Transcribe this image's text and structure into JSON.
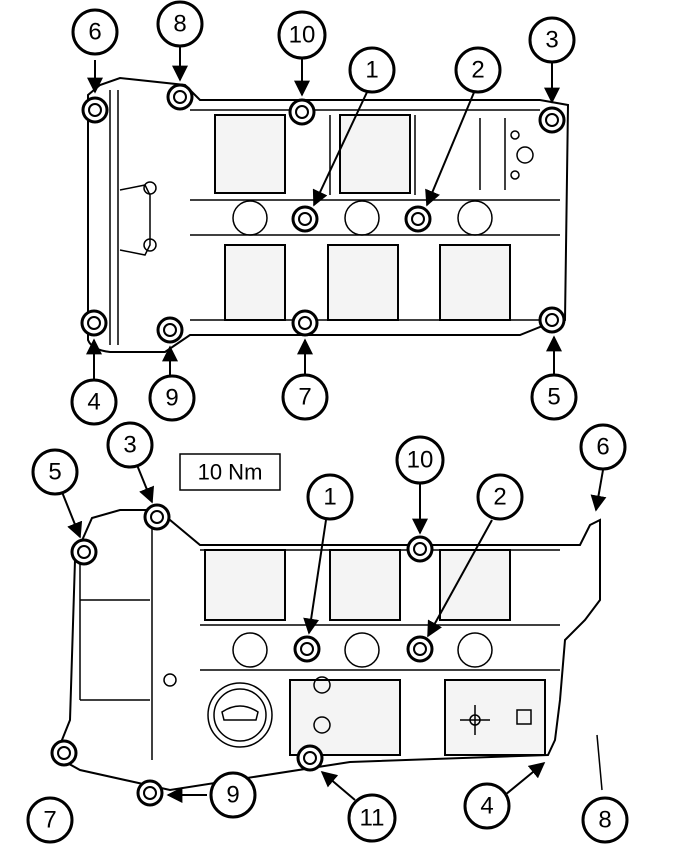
{
  "torque_label": "10 Nm",
  "top_callouts": [
    "6",
    "8",
    "10",
    "1",
    "2",
    "3",
    "4",
    "9",
    "7",
    "5"
  ],
  "bottom_callouts": [
    "5",
    "3",
    "10",
    "1",
    "2",
    "6",
    "7",
    "9",
    "11",
    "4",
    "8"
  ]
}
